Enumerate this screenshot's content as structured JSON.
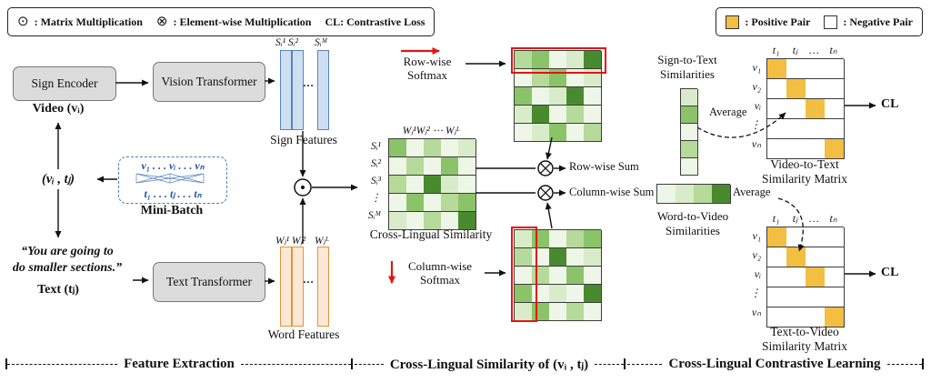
{
  "colors": {
    "accent_red": "#e4150f",
    "positive_pair": "#f2bf42",
    "negative_pair": "#ffffff",
    "sign_bar_fill": "#cfdff2",
    "sign_bar_border": "#5b84b4",
    "word_bar_fill": "#fce8d6",
    "word_bar_border": "#e2933c",
    "box_fill": "#dcdcdc",
    "box_border": "#777777",
    "minibatch_border": "#4a7ebb",
    "minibatch_text": "#1f4fa0",
    "grid_line": "#3c3c3c"
  },
  "palette": {
    "0": "#ffffff",
    "1": "#eef6e8",
    "2": "#d9ecc9",
    "3": "#b5da99",
    "4": "#8bc468",
    "5": "#4a8a2f",
    "p": "#f2bf42"
  },
  "legend": {
    "matrix_mult_symbol": "⊙",
    "matrix_mult_label": ": Matrix Multiplication",
    "elementwise_symbol": "⊗",
    "elementwise_label": ": Element-wise Multiplication",
    "contrastive_loss_label": "CL: Contrastive Loss",
    "positive_label": ": Positive Pair",
    "negative_label": ": Negative Pair"
  },
  "feature_extraction": {
    "sign_encoder": "Sign Encoder",
    "vision_transformer": "Vision Transformer",
    "text_transformer": "Text Transformer",
    "video_label": "Video (vᵢ)",
    "pair_label": "(vᵢ , tⱼ)",
    "minibatch_videos": "v₁ . . . vᵢ . . . vₙ",
    "minibatch_texts": "t₁ . . . tⱼ . . . tₙ",
    "minibatch_label": "Mini-Batch",
    "quote_line1": "“You are going to",
    "quote_line2": "do smaller sections.”",
    "text_label": "Text (tⱼ)",
    "sign_feat_label_12": "Sᵢ¹ Sᵢ²",
    "sign_feat_label_M": "Sᵢᴹ",
    "sign_features_caption": "Sign Features",
    "word_feat_label_12": "Wⱼ¹ Wⱼ²",
    "word_feat_label_L": "Wⱼᴸ",
    "word_features_caption": "Word Features",
    "bar_dots": "…"
  },
  "similarity": {
    "row_softmax_l1": "Row-wise",
    "row_softmax_l2": "Softmax",
    "col_softmax_l1": "Column-wise",
    "col_softmax_l2": "Softmax",
    "matrix_col_header": "Wⱼ¹Wⱼ² ⋯ Wⱼᴸ",
    "matrix_row_labels": [
      "Sᵢ¹",
      "Sᵢ²",
      "Sᵢ³",
      "⋮",
      "Sᵢᴹ"
    ],
    "matrix_caption": "Cross-Lingual Similarity",
    "row_sum_label": "Row-wise Sum",
    "col_sum_label": "Column-wise Sum"
  },
  "contrastive": {
    "sign_to_text_l1": "Sign-to-Text",
    "sign_to_text_l2": "Similarities",
    "word_to_video_l1": "Word-to-Video",
    "word_to_video_l2": "Similarities",
    "average_top": "Average",
    "average_bottom": "Average",
    "pair_col_headers": [
      "t₁",
      "tⱼ",
      "…",
      "tₙ"
    ],
    "pair_row_labels": [
      "v₁",
      "v₂",
      "vᵢ",
      "⋮",
      "vₙ"
    ],
    "v2t_caption_l1": "Video-to-Text",
    "v2t_caption_l2": "Similarity Matrix",
    "t2v_caption_l1": "Text-to-Video",
    "t2v_caption_l2": "Similarity Matrix",
    "cl_top": "CL",
    "cl_bottom": "CL"
  },
  "sections": {
    "feature_extraction": "Feature Extraction",
    "similarity": "Cross-Lingual Similarity of (vᵢ , tⱼ)",
    "contrastive": "Cross-Lingual Contrastive Learning"
  },
  "matrices": {
    "cross_lingual": {
      "cell": 19,
      "cells": [
        [
          4,
          1,
          3,
          1,
          2
        ],
        [
          1,
          3,
          1,
          4,
          1
        ],
        [
          3,
          1,
          5,
          2,
          1
        ],
        [
          1,
          4,
          1,
          3,
          4
        ],
        [
          2,
          1,
          3,
          1,
          5
        ]
      ]
    },
    "row_softmax": {
      "cell": 19,
      "cells": [
        [
          3,
          4,
          1,
          2,
          5
        ],
        [
          1,
          3,
          4,
          1,
          2
        ],
        [
          4,
          1,
          2,
          5,
          1
        ],
        [
          2,
          5,
          1,
          3,
          1
        ],
        [
          1,
          2,
          4,
          1,
          3
        ]
      ]
    },
    "col_softmax": {
      "cell": 19,
      "cells": [
        [
          2,
          4,
          1,
          3,
          4
        ],
        [
          3,
          1,
          5,
          1,
          2
        ],
        [
          1,
          3,
          1,
          4,
          1
        ],
        [
          4,
          1,
          2,
          1,
          5
        ],
        [
          2,
          4,
          1,
          3,
          1
        ]
      ]
    },
    "sign_to_text_vec": {
      "cell": 18,
      "cells": [
        [
          2
        ],
        [
          4
        ],
        [
          1
        ],
        [
          3
        ],
        [
          1
        ]
      ]
    },
    "word_to_video_vec": {
      "cell": 20,
      "cells": [
        [
          1,
          2,
          3,
          5
        ]
      ]
    },
    "video_to_text": {
      "cell": 21,
      "cells": [
        [
          "p",
          0,
          0,
          0
        ],
        [
          0,
          "p",
          0,
          0
        ],
        [
          0,
          0,
          "p",
          0
        ],
        [
          0,
          0,
          0,
          0
        ],
        [
          0,
          0,
          0,
          "p"
        ]
      ]
    },
    "text_to_video": {
      "cell": 21,
      "cells": [
        [
          "p",
          0,
          0,
          0
        ],
        [
          0,
          "p",
          0,
          0
        ],
        [
          0,
          0,
          "p",
          0
        ],
        [
          0,
          0,
          0,
          0
        ],
        [
          0,
          0,
          0,
          "p"
        ]
      ]
    }
  }
}
